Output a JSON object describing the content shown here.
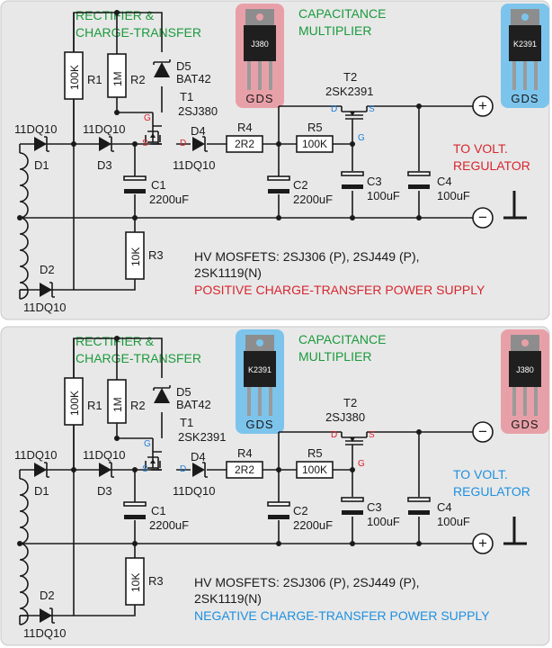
{
  "colors": {
    "heading_green": "#1b9a3c",
    "positive_caption_red": "#d8262e",
    "negative_caption_blue": "#1e90e0",
    "pin_red": "#e0202a",
    "pin_blue": "#1e7fd8",
    "badge_pink": "#e8a0a8",
    "badge_blue": "#7cc4ec",
    "panel_gray": "#e8e8e8"
  },
  "icons": {
    "transistor_package": "to-220-package-icon",
    "output_plus": "circled-plus-icon",
    "output_minus": "circled-minus-icon",
    "ground": "ground-symbol-icon"
  },
  "panels": [
    {
      "heading_rectifier": [
        "RECTIFIER &",
        "CHARGE-TRANSFER"
      ],
      "heading_multiplier": [
        "CAPACITANCE",
        "MULTIPLIER"
      ],
      "badge_left": {
        "part": "J380",
        "pins": "GDS",
        "color": "#e8a0a8"
      },
      "badge_right": {
        "part": "K2391",
        "pins": "GDS",
        "color": "#7cc4ec"
      },
      "r1": {
        "name": "R1",
        "value": "100K"
      },
      "r2": {
        "name": "R2",
        "value": "1M"
      },
      "d5": {
        "name": "D5",
        "value": "BAT42"
      },
      "t1": {
        "name": "T1",
        "value": "2SJ380",
        "pin_g": "G",
        "pin_s": "S",
        "pin_d": "D",
        "pin_color": "#e0202a"
      },
      "t2": {
        "name": "T2",
        "value": "2SK2391",
        "pin_d": "D",
        "pin_s": "S",
        "pin_g": "G",
        "pin_color": "#1e7fd8"
      },
      "d1": {
        "name": "D1",
        "value": "11DQ10"
      },
      "d2": {
        "name": "D2",
        "value": "11DQ10"
      },
      "d3": {
        "name": "D3",
        "value": "11DQ10"
      },
      "d4": {
        "name": "D4",
        "value": "11DQ10"
      },
      "r4": {
        "name": "R4",
        "value": "2R2"
      },
      "r5": {
        "name": "R5",
        "value": "100K"
      },
      "r3": {
        "name": "R3",
        "value": "10K"
      },
      "c1": {
        "name": "C1",
        "value": "2200uF"
      },
      "c2": {
        "name": "C2",
        "value": "2200uF"
      },
      "c3": {
        "name": "C3",
        "value": "100uF"
      },
      "c4": {
        "name": "C4",
        "value": "100uF"
      },
      "top_terminal": "+",
      "bottom_terminal": "−",
      "regulator_text": [
        "TO VOLT.",
        "REGULATOR"
      ],
      "regulator_color": "#d8262e",
      "note_lines": [
        "HV MOSFETS: 2SJ306 (P), 2SJ449 (P),",
        "2SK1119(N)"
      ],
      "caption": "POSITIVE CHARGE-TRANSFER POWER SUPPLY",
      "caption_color": "#d8262e"
    },
    {
      "heading_rectifier": [
        "RECTIFIER &",
        "CHARGE-TRANSFER"
      ],
      "heading_multiplier": [
        "CAPACITANCE",
        "MULTIPLIER"
      ],
      "badge_left": {
        "part": "K2391",
        "pins": "GDS",
        "color": "#7cc4ec"
      },
      "badge_right": {
        "part": "J380",
        "pins": "GDS",
        "color": "#e8a0a8"
      },
      "r1": {
        "name": "R1",
        "value": "100K"
      },
      "r2": {
        "name": "R2",
        "value": "1M"
      },
      "d5": {
        "name": "D5",
        "value": "BAT42"
      },
      "t1": {
        "name": "T1",
        "value": "2SK2391",
        "pin_g": "G",
        "pin_s": "S",
        "pin_d": "D",
        "pin_color": "#1e7fd8"
      },
      "t2": {
        "name": "T2",
        "value": "2SJ380",
        "pin_d": "D",
        "pin_s": "S",
        "pin_g": "G",
        "pin_color": "#e0202a"
      },
      "d1": {
        "name": "D1",
        "value": "11DQ10"
      },
      "d2": {
        "name": "D2",
        "value": "11DQ10"
      },
      "d3": {
        "name": "D3",
        "value": "11DQ10"
      },
      "d4": {
        "name": "D4",
        "value": "11DQ10"
      },
      "r4": {
        "name": "R4",
        "value": "2R2"
      },
      "r5": {
        "name": "R5",
        "value": "100K"
      },
      "r3": {
        "name": "R3",
        "value": "10K"
      },
      "c1": {
        "name": "C1",
        "value": "2200uF"
      },
      "c2": {
        "name": "C2",
        "value": "2200uF"
      },
      "c3": {
        "name": "C3",
        "value": "100uF"
      },
      "c4": {
        "name": "C4",
        "value": "100uF"
      },
      "top_terminal": "−",
      "bottom_terminal": "+",
      "regulator_text": [
        "TO VOLT.",
        "REGULATOR"
      ],
      "regulator_color": "#1e90e0",
      "note_lines": [
        "HV MOSFETS: 2SJ306 (P), 2SJ449 (P),",
        "2SK1119(N)"
      ],
      "caption": "NEGATIVE CHARGE-TRANSFER POWER SUPPLY",
      "caption_color": "#1e90e0"
    }
  ]
}
